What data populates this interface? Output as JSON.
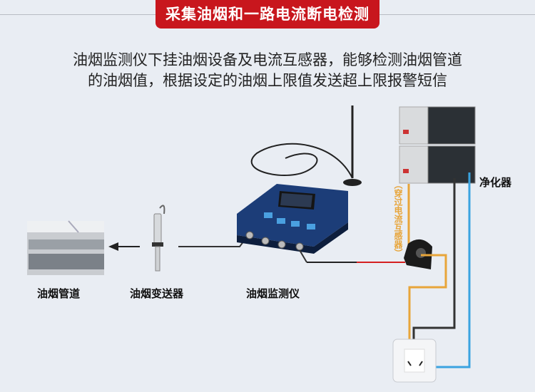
{
  "title": "采集油烟和一路电流断电检测",
  "description": {
    "line1": "油烟监测仪下挂油烟设备及电流互感器，能够检测油烟管道",
    "line2": "的油烟值，根据设定的油烟上限值发送超上限报警短信"
  },
  "labels": {
    "duct": "油烟管道",
    "transmitter": "油烟变送器",
    "monitor": "油烟监测仪",
    "purifier": "净化器",
    "ct_note": "（穿过电流互感器）"
  },
  "colors": {
    "banner": "#c8161d",
    "orange_wire": "#e8a53a",
    "blue_wire": "#3aa3e0",
    "black_wire": "#333333",
    "red_wire": "#d42020"
  }
}
